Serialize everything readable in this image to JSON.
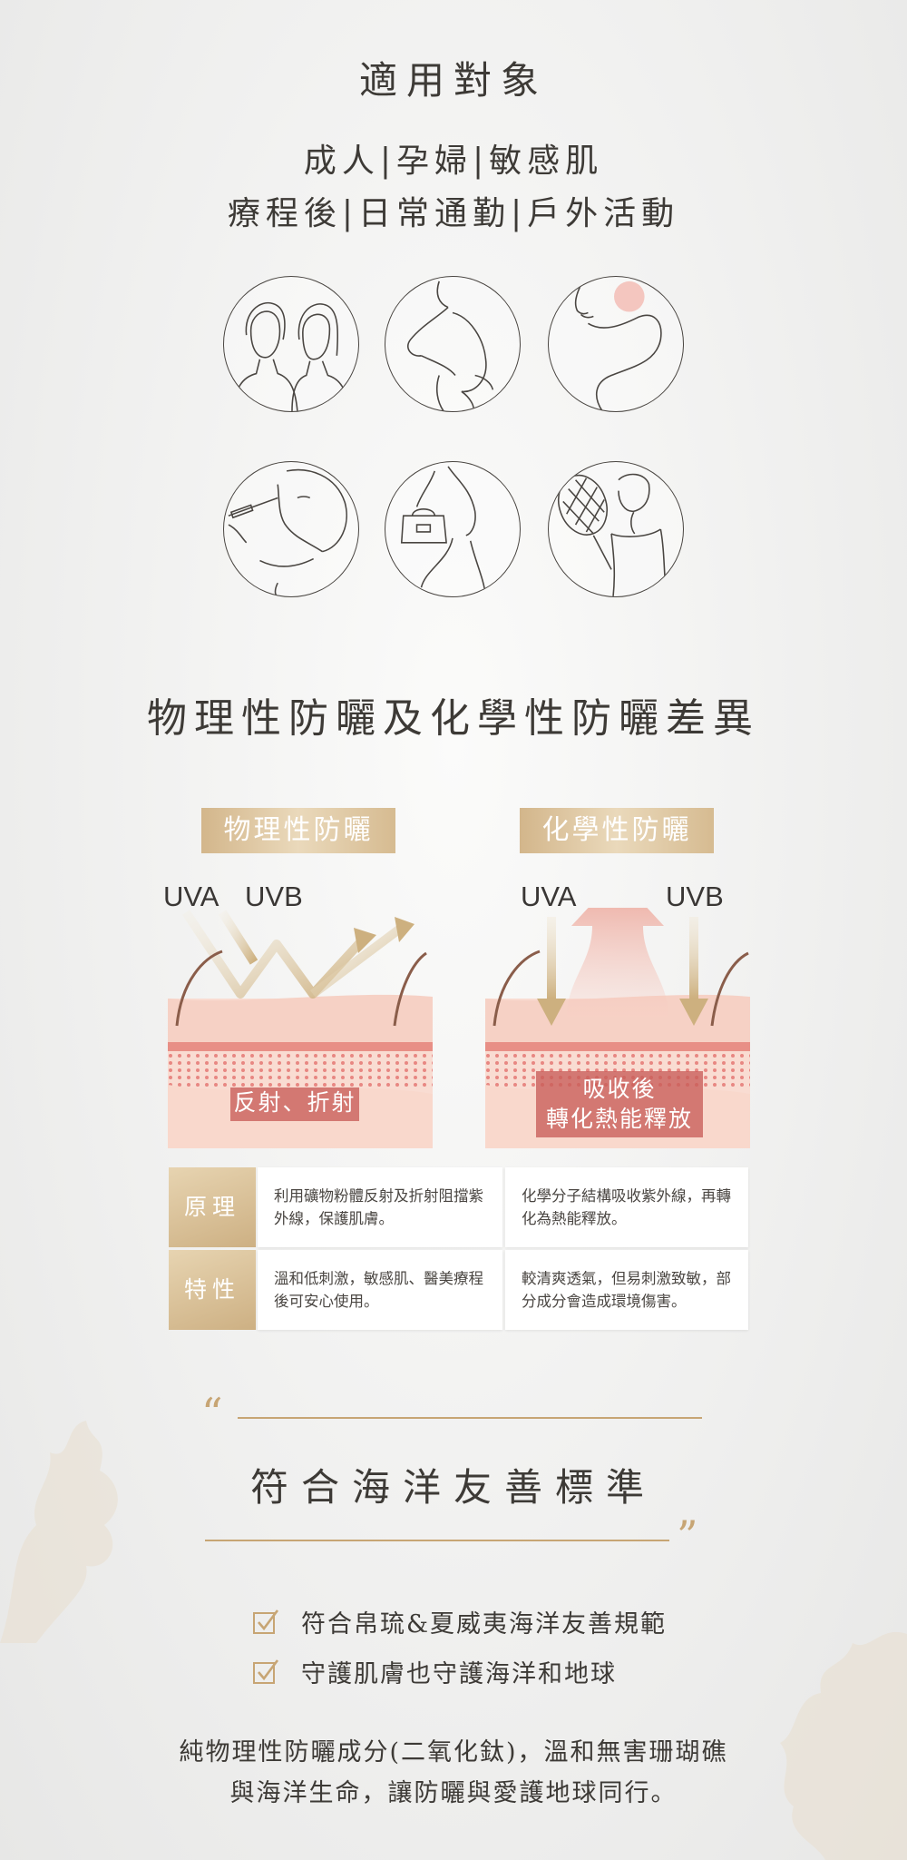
{
  "target": {
    "title": "適用對象",
    "line1": "成人|孕婦|敏感肌",
    "line2": "療程後|日常通勤|戶外活動"
  },
  "compare": {
    "title": "物理性防曬及化學性防曬差異",
    "physical_tag": "物理性防曬",
    "chemical_tag": "化學性防曬",
    "physical_uva": "UVA",
    "physical_uvb": "UVB",
    "chemical_uva": "UVA",
    "chemical_uvb": "UVB",
    "physical_caption": "反射、折射",
    "chemical_caption_1": "吸收後",
    "chemical_caption_2": "轉化熱能釋放"
  },
  "table": {
    "rows": [
      {
        "head": "原理",
        "physical": "利用礦物粉體反射及折射阻擋紫外線，保護肌膚。",
        "chemical": "化學分子結構吸收紫外線，再轉化為熱能釋放。"
      },
      {
        "head": "特性",
        "physical": "溫和低刺激，敏感肌、醫美療程後可安心使用。",
        "chemical": "較清爽透氣，但易刺激致敏，部分成分會造成環境傷害。"
      }
    ]
  },
  "ocean": {
    "open_quote": "“",
    "close_quote": "”",
    "title": "符合海洋友善標準",
    "checks": [
      "符合帛琉&夏威夷海洋友善規範",
      "守護肌膚也守護海洋和地球"
    ],
    "body_1": "純物理性防曬成分(二氧化鈦)，溫和無害珊瑚礁",
    "body_2": "與海洋生命，讓防曬與愛護地球同行。"
  },
  "colors": {
    "gold": "#c7a574",
    "skin_pink": "#f4c7bb",
    "caption_red": "#c85c58"
  }
}
